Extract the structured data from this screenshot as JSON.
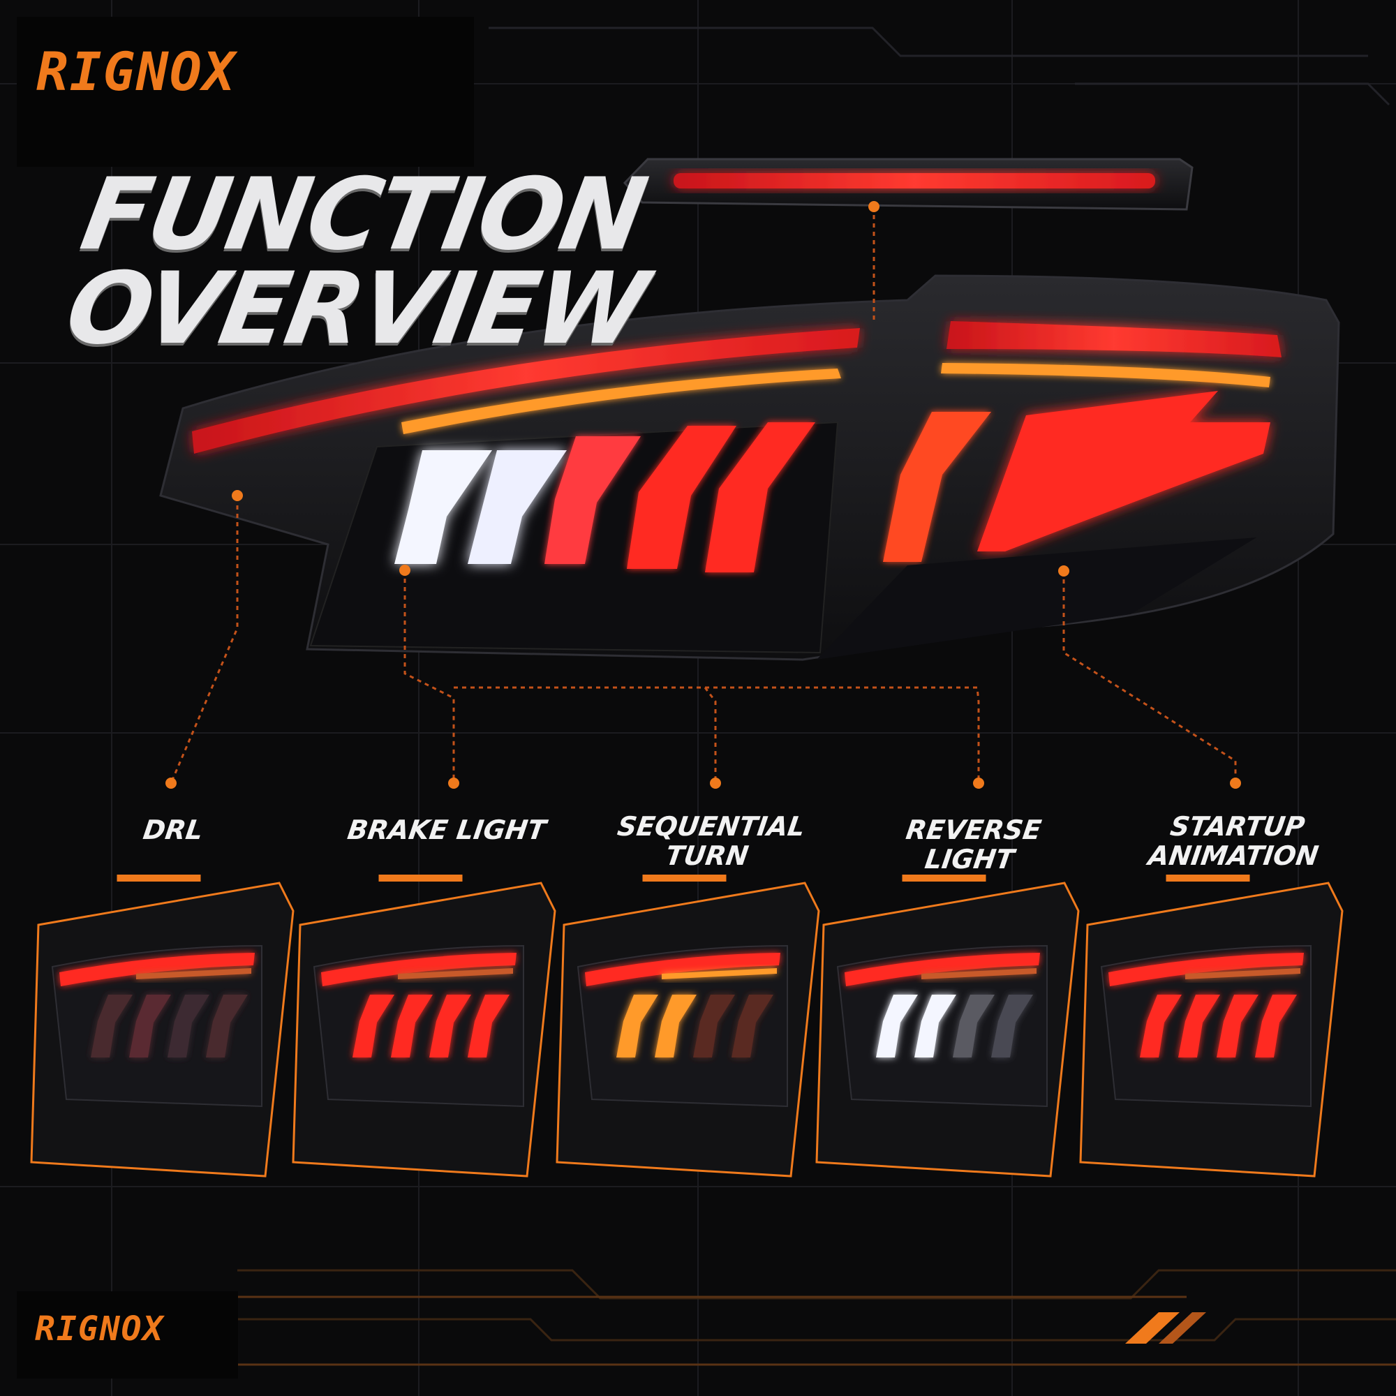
{
  "brand": {
    "top_logo": "RIGNOX",
    "bottom_logo": "RIGNOX"
  },
  "headline": {
    "line1": "FUNCTION",
    "line2": "OVERVIEW"
  },
  "functions": [
    {
      "label": "DRL",
      "lines": [
        "DRL"
      ]
    },
    {
      "label": "BRAKE LIGHT",
      "lines": [
        "BRAKE LIGHT"
      ]
    },
    {
      "label": "SEQUENTIAL TURN",
      "lines": [
        "SEQUENTIAL",
        "TURN"
      ]
    },
    {
      "label": "REVERSE LIGHT",
      "lines": [
        "REVERSE LIGHT"
      ]
    },
    {
      "label": "STARTUP ANIMATION",
      "lines": [
        "STARTUP",
        "ANIMATION"
      ]
    }
  ],
  "colors": {
    "accent": "#f07a1c",
    "led_red": "#ff2a22",
    "led_amber": "#ff9a2a",
    "led_white": "#f4f6ff",
    "background": "#0a0a0b",
    "panel": "#121214"
  }
}
